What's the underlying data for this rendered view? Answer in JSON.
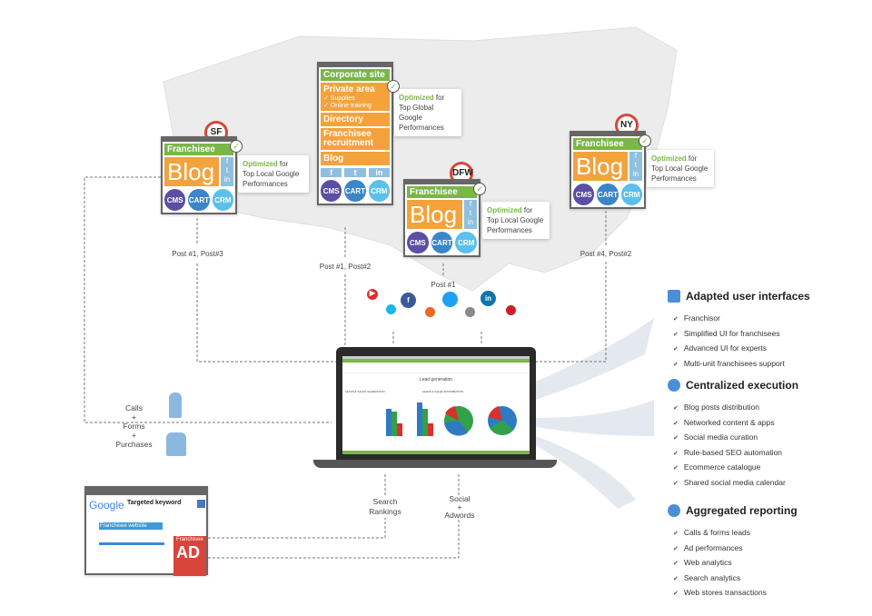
{
  "sf": {
    "pin": "SF",
    "header": "Franchisee",
    "blog": "Blog",
    "social": [
      "f",
      "t",
      "in"
    ],
    "modules": [
      "CMS",
      "CART",
      "CRM"
    ],
    "opt_word": "Optimized",
    "opt_rest": " for",
    "opt_text": "Top Local Google Performances",
    "posts": "Post #1, Post#3"
  },
  "corp": {
    "title": "Corporate site",
    "private": "Private area",
    "subitems": [
      "Supplies",
      "Online training"
    ],
    "directory": "Directory",
    "recruit": "Franchisee recruitment",
    "blog": "Blog",
    "social": [
      "f",
      "t",
      "in"
    ],
    "modules": [
      "CMS",
      "CART",
      "CRM"
    ],
    "opt_word": "Optimized",
    "opt_rest": " for",
    "opt_text": "Top Global Google Performances",
    "posts": "Post #1, Post#2"
  },
  "dfw": {
    "pin": "DFW",
    "header": "Franchisee",
    "blog": "Blog",
    "social": [
      "f",
      "t",
      "in"
    ],
    "modules": [
      "CMS",
      "CART",
      "CRM"
    ],
    "opt_word": "Optimized",
    "opt_rest": " for",
    "opt_text": "Top Local Google Performances",
    "posts": "Post #1"
  },
  "ny": {
    "pin": "NY",
    "header": "Franchisee",
    "blog": "Blog",
    "social": [
      "f",
      "t",
      "in"
    ],
    "modules": [
      "CMS",
      "CART",
      "CRM"
    ],
    "opt_word": "Optimized",
    "opt_rest": " for",
    "opt_text": "Top Local Google Performances",
    "posts": "Post #4, Post#2"
  },
  "laptop": {
    "title": "Lead generation",
    "left_chart": "LEADS & SALES GENERATION",
    "right_chart": "LEADS & SALES DISTRIBUTION"
  },
  "inputs": {
    "calls": "Calls",
    "plus1": "+",
    "forms": "Forms",
    "plus2": "+",
    "purchases": "Purchases"
  },
  "google": {
    "logo": "Google",
    "keyword": "Targeted keyword",
    "result": "Franchisee website",
    "ad_label": "Franchisee",
    "ad": "AD"
  },
  "search": {
    "l1": "Search",
    "l2": "Rankings"
  },
  "social": {
    "l1": "Social",
    "l2": "+",
    "l3": "Adwords"
  },
  "right": [
    {
      "title": "Adapted user interfaces",
      "items": [
        "Franchisor",
        "Simplified UI for franchisees",
        "Advanced UI for experts",
        "Multi-unit franchisees support"
      ]
    },
    {
      "title": "Centralized execution",
      "items": [
        "Blog posts distribution",
        "Networked content & apps",
        "Social media curation",
        "Rule-based SEO automation",
        "Ecommerce catalogue",
        "Shared social media calendar"
      ]
    },
    {
      "title": "Aggregated reporting",
      "items": [
        "Calls & forms leads",
        "Ad performances",
        "Web analytics",
        "Search analytics",
        "Web stores transactions"
      ]
    }
  ]
}
